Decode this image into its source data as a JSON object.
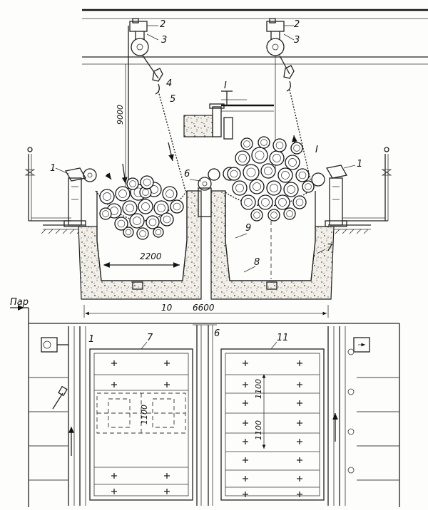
{
  "labels": {
    "crane_rail": "2",
    "trolley": "3",
    "hook": "4",
    "chain": "5",
    "middle_post": "6",
    "left_post": "1",
    "right_post": "1",
    "concrete_wall": "7",
    "pit_bottom": "8",
    "pit_lining": "9",
    "cover": "11",
    "plan_post_left": "1",
    "plan_cover_left": "7",
    "plan_middle": "6",
    "rail_section_a": "I",
    "rail_section_b": "I",
    "dim_axis": "10"
  },
  "dimensions": {
    "height": "9000",
    "pit_width": "2200",
    "total_width": "6600",
    "plan_a": "1100",
    "plan_b": "1100",
    "plan_c": "1100"
  },
  "steam": "Пар"
}
